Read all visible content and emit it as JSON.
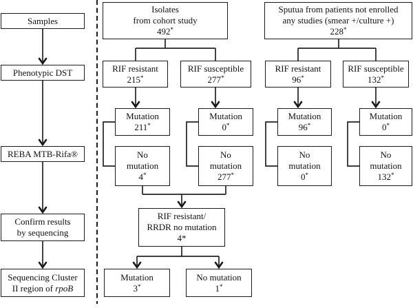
{
  "left_flow": {
    "samples": "Samples",
    "phenotypic_dst": "Phenotypic DST",
    "reba": "REBA MTB-Rifa®",
    "confirm_line1": "Confirm results",
    "confirm_line2": "by sequencing",
    "sequencing_line1": "Sequencing Cluster",
    "sequencing_line2_prefix": "II region of ",
    "sequencing_line2_gene": "rpoB"
  },
  "cohort_tree": {
    "root_line1": "Isolates",
    "root_line2": "from cohort study",
    "root_value": "492",
    "root_sup": "*",
    "resistant_label": "RIF resistant",
    "resistant_value": "215",
    "resistant_sup": "*",
    "susceptible_label": "RIF susceptible",
    "susceptible_value": "277",
    "susceptible_sup": "*",
    "res_mutation_label": "Mutation",
    "res_mutation_value": "211",
    "res_mutation_sup": "*",
    "res_nomut_line1": "No",
    "res_nomut_line2": "mutation",
    "res_nomut_value": "4",
    "res_nomut_sup": "*",
    "sus_mutation_label": "Mutation",
    "sus_mutation_value": "0",
    "sus_mutation_sup": "*",
    "sus_nomut_line1": "No",
    "sus_nomut_line2": "mutation",
    "sus_nomut_value": "277",
    "sus_nomut_sup": "*"
  },
  "sputum_tree": {
    "root_line1": "Sputua from patients not enrolled",
    "root_line2": "any studies (smear +/culture +)",
    "root_value": "228",
    "root_sup": "*",
    "resistant_label": "RIF resistant",
    "resistant_value": "96",
    "resistant_sup": "*",
    "susceptible_label": "RIF susceptible",
    "susceptible_value": "132",
    "susceptible_sup": "*",
    "res_mutation_label": "Mutation",
    "res_mutation_value": "96",
    "res_mutation_sup": "*",
    "res_nomut_line1": "No",
    "res_nomut_line2": "mutation",
    "res_nomut_value": "0",
    "res_nomut_sup": "*",
    "sus_mutation_label": "Mutation",
    "sus_mutation_value": "0",
    "sus_mutation_sup": "*",
    "sus_nomut_line1": "No",
    "sus_nomut_line2": "mutation",
    "sus_nomut_value": "132",
    "sus_nomut_sup": "*"
  },
  "sequencing_branch": {
    "rrdr_line1": "RIF resistant/",
    "rrdr_line2": "RRDR no mutation",
    "rrdr_value": "4*",
    "rrdr_sup": "",
    "mutation_label": "Mutation",
    "mutation_value": "3",
    "mutation_sup": "*",
    "no_mutation_label": "No mutation",
    "no_mutation_value": "1",
    "no_mutation_sup": "*"
  }
}
